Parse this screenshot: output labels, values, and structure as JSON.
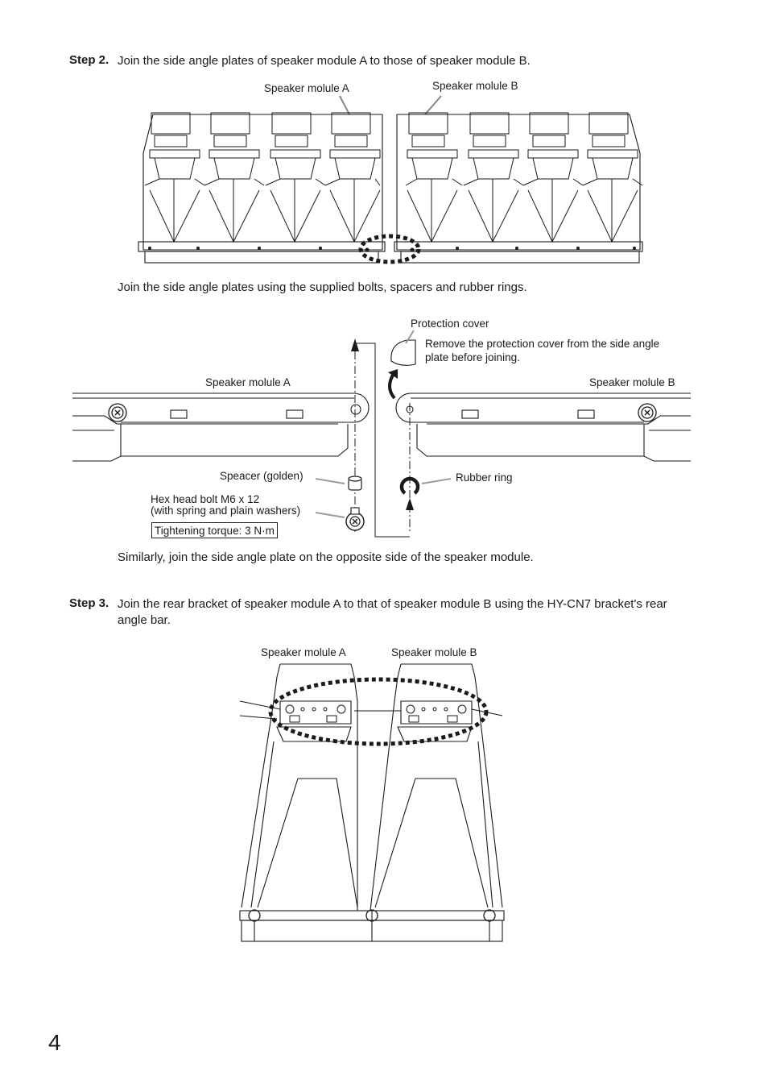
{
  "step2": {
    "label": "Step 2.",
    "text": "Join the side angle plates of speaker module A to those of speaker module B.",
    "fig1": {
      "label_a": "Speaker molule A",
      "label_b": "Speaker molule B"
    },
    "instruction": "Join the side angle plates using the supplied bolts, spacers and rubber rings.",
    "fig2": {
      "protection_cover": "Protection cover",
      "remove_note_line1": "Remove the protection cover from the side angle",
      "remove_note_line2": "plate before joining.",
      "label_a": "Speaker molule A",
      "label_b": "Speaker molule B",
      "spacer": "Speacer (golden)",
      "bolt_line1": "Hex head bolt M6 x 12",
      "bolt_line2": "(with spring and plain washers)",
      "torque": "Tightening torque: 3 N·m",
      "rubber_ring": "Rubber ring"
    },
    "similarly": "Similarly, join the side angle plate on the opposite side of the speaker module."
  },
  "step3": {
    "label": "Step 3.",
    "text_line1": "Join the rear bracket of speaker module A to that of speaker module B using the HY-CN7 bracket's rear",
    "text_line2": "angle bar.",
    "fig3": {
      "label_a": "Speaker molule A",
      "label_b": "Speaker molule B"
    }
  },
  "page_number": "4"
}
